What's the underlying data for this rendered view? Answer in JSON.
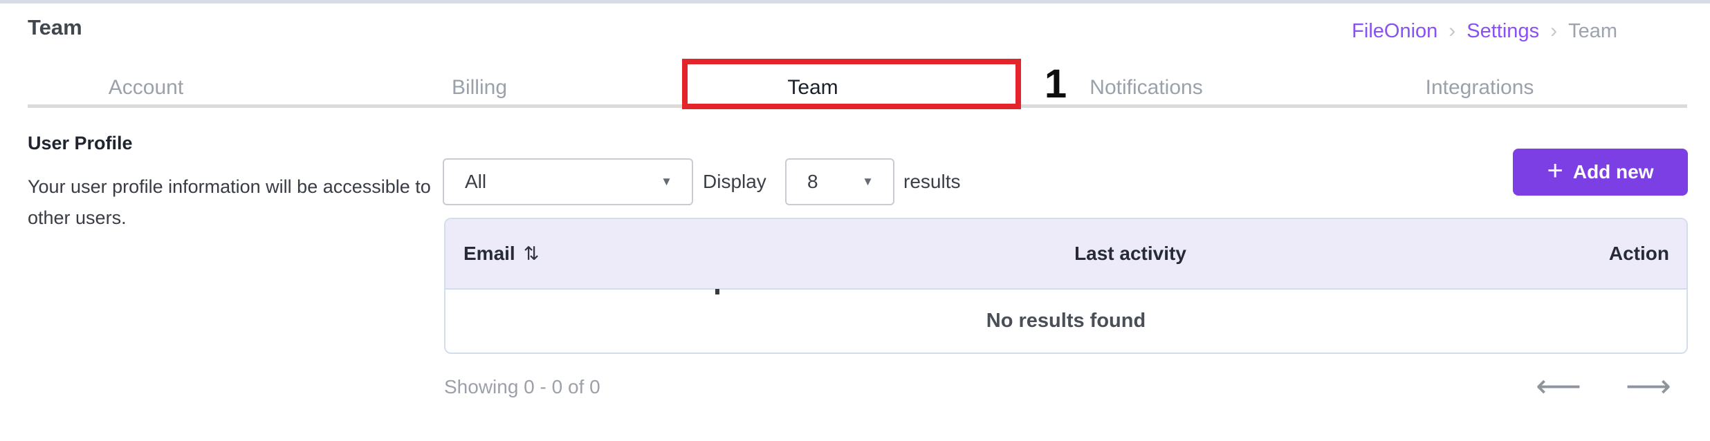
{
  "page": {
    "title": "Team"
  },
  "breadcrumb": {
    "items": [
      {
        "label": "FileOnion"
      },
      {
        "label": "Settings"
      },
      {
        "label": "Team"
      }
    ]
  },
  "tabs": [
    {
      "label": "Account"
    },
    {
      "label": "Billing"
    },
    {
      "label": "Team"
    },
    {
      "label": "Notifications"
    },
    {
      "label": "Integrations"
    }
  ],
  "annotation": {
    "step_number": "1"
  },
  "profile_section": {
    "heading": "User Profile",
    "description": "Your user profile information will be accessible to other users."
  },
  "toolbar": {
    "filter_select": {
      "value": "All"
    },
    "display_label": "Display",
    "page_size_select": {
      "value": "8"
    },
    "results_label": "results",
    "add_button_label": "Add new"
  },
  "table": {
    "headers": {
      "email": "Email",
      "last_activity": "Last activity",
      "action": "Action"
    },
    "rows": [],
    "empty_message": "No results found"
  },
  "pagination": {
    "summary": "Showing 0 - 0 of 0"
  },
  "icons": {
    "caret_down": "▼",
    "plus": "+",
    "sort": "⇅",
    "arrow_left": "⟵",
    "arrow_right": "⟶",
    "chevron_right": "›"
  },
  "colors": {
    "accent_purple": "#7b3fe4",
    "link_purple": "#8950f2",
    "annotation_red": "#e3252b",
    "table_header_bg": "#edebfa",
    "table_border": "#d3deec",
    "tab_inactive_gray": "#9aa1ab",
    "top_strip": "#d5dce6"
  }
}
